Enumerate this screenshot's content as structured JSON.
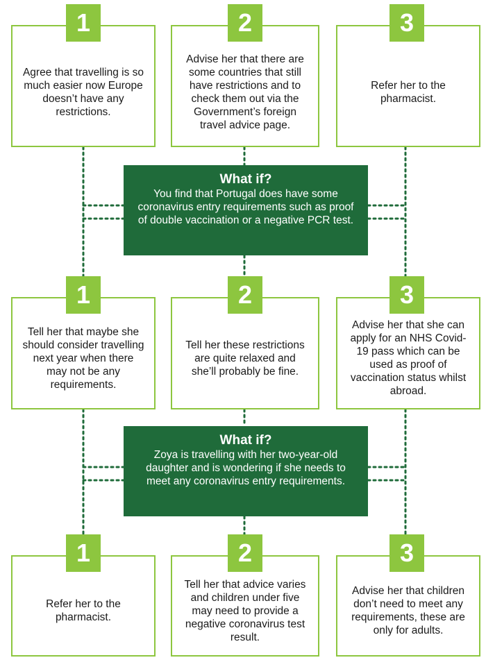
{
  "section1": {
    "options": [
      {
        "number": "1",
        "text": "Agree that travelling is so much easier now Europe doesn’t have any restrictions."
      },
      {
        "number": "2",
        "text": "Advise her that there are some countries that still have restrictions and to check them out via the Government’s foreign travel advice page."
      },
      {
        "number": "3",
        "text": "Refer her to the pharmacist."
      }
    ]
  },
  "whatif1": {
    "title": "What if?",
    "body": "You find that Portugal does have some coronavirus entry requirements such as proof of double vaccination or a negative PCR test."
  },
  "section2": {
    "options": [
      {
        "number": "1",
        "text": "Tell her that maybe she should consider travelling next year when there may not be any requirements."
      },
      {
        "number": "2",
        "text": "Tell her these restrictions are quite relaxed and she’ll probably be fine."
      },
      {
        "number": "3",
        "text": "Advise her that she can apply for an NHS Covid-19 pass which can be used as proof of vaccination status whilst abroad."
      }
    ]
  },
  "whatif2": {
    "title": "What if?",
    "body": "Zoya is travelling with her two-year-old daughter and is wondering if she needs to meet any coronavirus entry requirements."
  },
  "section3": {
    "options": [
      {
        "number": "1",
        "text": "Refer her to the pharmacist."
      },
      {
        "number": "2",
        "text": "Tell her that advice varies and children under five may need to provide a negative coronavirus test result."
      },
      {
        "number": "3",
        "text": "Advise her that children don’t need to meet any requirements, these are only for adults."
      }
    ]
  },
  "colors": {
    "accent": "#8dc63f",
    "dark_green": "#1f6b3a",
    "dots": "#1f6b3a"
  }
}
